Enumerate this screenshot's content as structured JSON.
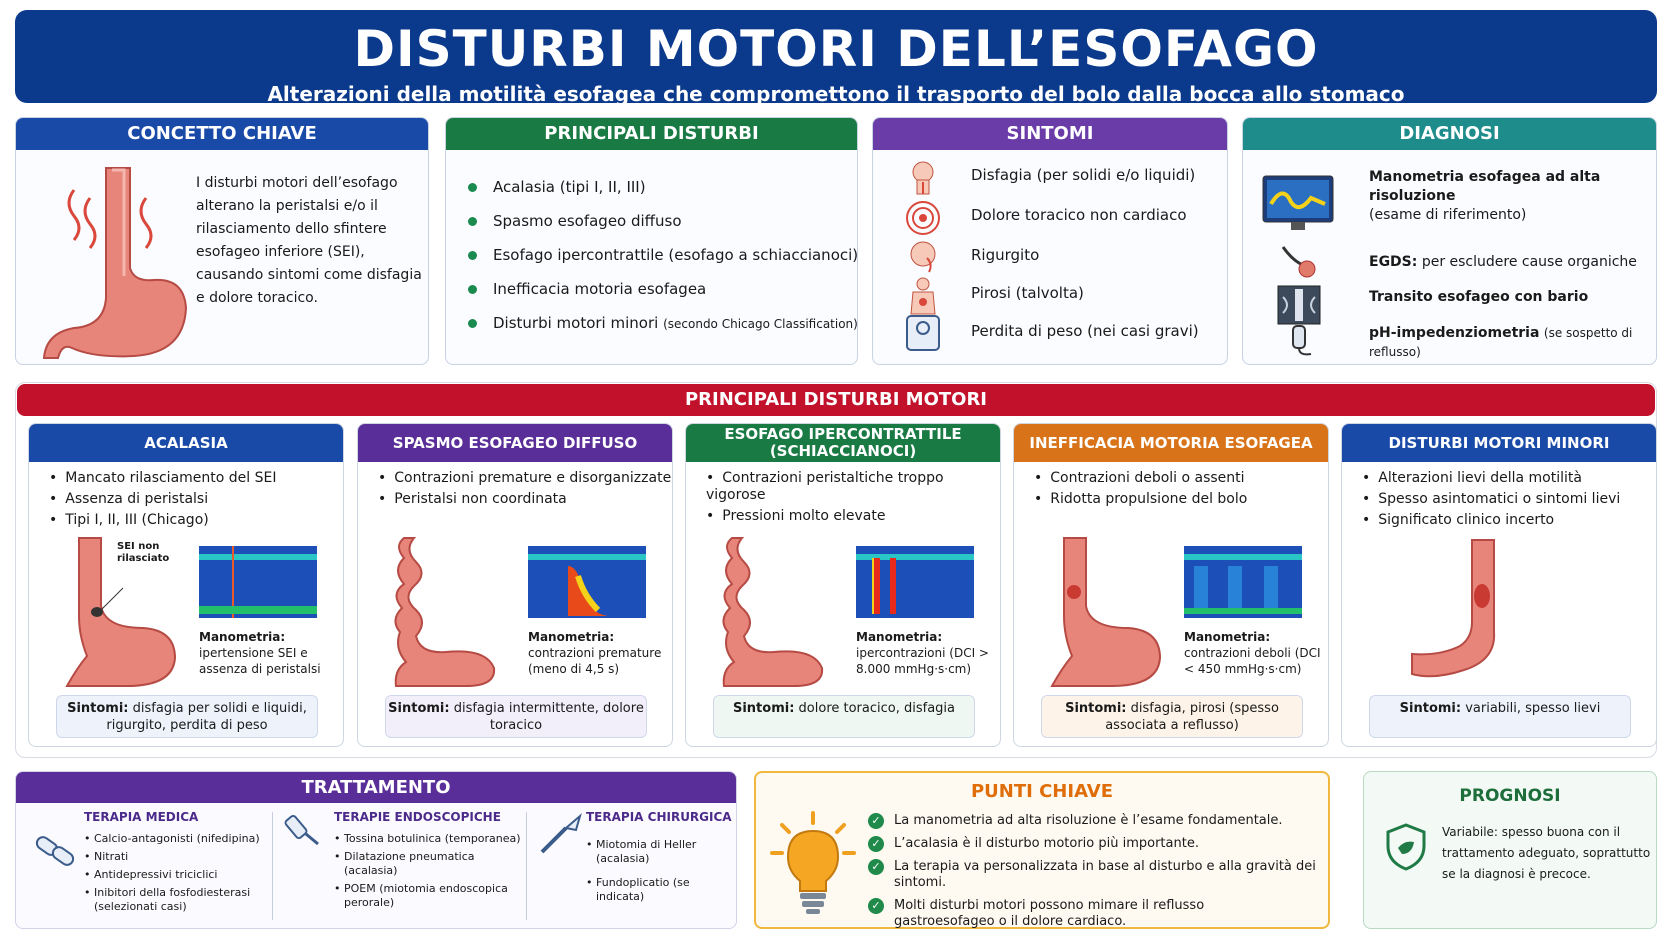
{
  "header": {
    "title": "DISTURBI MOTORI DELL’ESOFAGO",
    "subtitle": "Alterazioni della motilità esofagea che compromettono il trasporto del bolo dalla bocca allo stomaco"
  },
  "concept": {
    "title": "CONCETTO CHIAVE",
    "text": "I disturbi motori dell’esofago alterano la peristalsi e/o il rilasciamento dello sfintere esofageo inferiore (SEI), causando sintomi come disfagia e dolore toracico.",
    "color": "#1a4aa8"
  },
  "main_disorders": {
    "title": "PRINCIPALI DISTURBI",
    "color": "#1a7a44",
    "items": [
      "Acalasia (tipi I, II, III)",
      "Spasmo esofageo diffuso",
      "Esofago ipercontrattile (esofago a schiaccianoci)",
      "Inefficacia motoria esofagea",
      "Disturbi motori minori"
    ],
    "minor_note": "(secondo Chicago Classification)"
  },
  "symptoms": {
    "title": "SINTOMI",
    "color": "#6a3ca8",
    "items": [
      {
        "label": "Disfagia (per solidi e/o liquidi)",
        "icon": "throat-icon"
      },
      {
        "label": "Dolore toracico non cardiaco",
        "icon": "target-icon"
      },
      {
        "label": "Rigurgito",
        "icon": "regurgitation-icon"
      },
      {
        "label": "Pirosi (talvolta)",
        "icon": "heartburn-icon"
      },
      {
        "label": "Perdita di peso (nei casi gravi)",
        "icon": "scale-icon"
      }
    ]
  },
  "diagnosis": {
    "title": "DIAGNOSI",
    "color": "#1f8c8c",
    "items": [
      {
        "bold": "Manometria esofagea ad alta risoluzione",
        "rest": "(esame di riferimento)",
        "icon": "monitor-icon"
      },
      {
        "bold": "EGDS:",
        "rest": "per escludere cause organiche",
        "icon": "endoscope-icon"
      },
      {
        "bold": "Transito esofageo con bario",
        "rest": "",
        "icon": "xray-icon"
      },
      {
        "bold": "pH-impedenziometria",
        "rest": "(se sospetto di reflusso)",
        "icon": "ph-probe-icon"
      }
    ]
  },
  "band_title": "PRINCIPALI DISTURBI MOTORI",
  "disorders": [
    {
      "title": "ACALASIA",
      "color": "#1a4aa8",
      "bullets": [
        "Mancato rilasciamento del SEI",
        "Assenza di peristalsi",
        "Tipi I, II, III (Chicago)"
      ],
      "annotation": "SEI non rilasciato",
      "mano_title": "Manometria:",
      "mano_text": "ipertensione SEI e assenza di peristalsi",
      "sint_label": "Sintomi:",
      "sint_text": "disfagia per solidi e liquidi, rigurgito, perdita di peso",
      "sint_bg": "#eef3fb"
    },
    {
      "title": "SPASMO ESOFAGEO DIFFUSO",
      "color": "#5a2e98",
      "bullets": [
        "Contrazioni premature e disorganizzate",
        "Peristalsi non coordinata"
      ],
      "annotation": "",
      "mano_title": "Manometria:",
      "mano_text": "contrazioni premature (meno di 4,5 s)",
      "sint_label": "Sintomi:",
      "sint_text": "disfagia intermittente, dolore toracico",
      "sint_bg": "#f3effa"
    },
    {
      "title": "ESOFAGO IPERCONTRATTILE (SCHIACCIANOCI)",
      "color": "#1a7a44",
      "bullets": [
        "Contrazioni peristaltiche troppo vigorose",
        "Pressioni molto elevate"
      ],
      "annotation": "",
      "mano_title": "Manometria:",
      "mano_text": "ipercontrazioni (DCI > 8.000 mmHg·s·cm)",
      "sint_label": "Sintomi:",
      "sint_text": "dolore toracico, disfagia",
      "sint_bg": "#eef7f1"
    },
    {
      "title": "INEFFICACIA MOTORIA ESOFAGEA",
      "color": "#d9731a",
      "bullets": [
        "Contrazioni deboli o assenti",
        "Ridotta propulsione del bolo"
      ],
      "annotation": "",
      "mano_title": "Manometria:",
      "mano_text": "contrazioni deboli (DCI < 450 mmHg·s·cm)",
      "sint_label": "Sintomi:",
      "sint_text": "disfagia, pirosi (spesso associata a reflusso)",
      "sint_bg": "#fdf3e8"
    },
    {
      "title": "DISTURBI MOTORI MINORI",
      "color": "#1a4aa8",
      "bullets": [
        "Alterazioni lievi della motilità",
        "Spesso asintomatici o sintomi lievi",
        "Significato clinico incerto"
      ],
      "annotation": "",
      "mano_title": "",
      "mano_text": "",
      "sint_label": "Sintomi:",
      "sint_text": "variabili, spesso lievi",
      "sint_bg": "#eef3fb"
    }
  ],
  "treatment": {
    "title": "TRATTAMENTO",
    "cols": [
      {
        "title": "TERAPIA MEDICA",
        "items": [
          "Calcio-antagonisti (nifedipina)",
          "Nitrati",
          "Antidepressivi triciclici",
          "Inibitori della fosfodiesterasi (selezionati casi)"
        ]
      },
      {
        "title": "TERAPIE ENDOSCOPICHE",
        "items": [
          "Tossina botulinica (temporanea)",
          "Dilatazione pneumatica (acalasia)",
          "POEM (miotomia endoscopica perorale)"
        ]
      },
      {
        "title": "TERAPIA CHIRURGICA",
        "items": [
          "Miotomia di Heller (acalasia)",
          "Fundoplicatio (se indicata)"
        ]
      }
    ]
  },
  "key_points": {
    "title": "PUNTI CHIAVE",
    "items": [
      "La manometria ad alta risoluzione è l’esame fondamentale.",
      "L’acalasia è il disturbo motorio più importante.",
      "La terapia va personalizzata in base al disturbo e alla gravità dei sintomi.",
      "Molti disturbi motori possono mimare il reflusso gastroesofageo o il dolore cardiaco."
    ]
  },
  "prognosis": {
    "title": "PROGNOSI",
    "text": "Variabile: spesso buona con il trattamento adeguato, soprattutto se la diagnosi è precoce."
  }
}
